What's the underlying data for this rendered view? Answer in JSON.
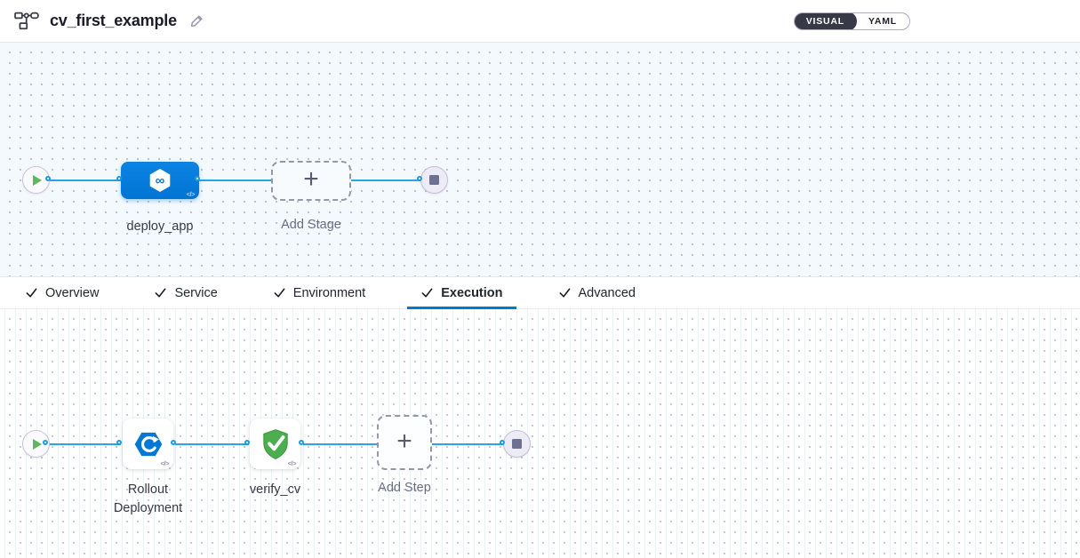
{
  "header": {
    "title": "cv_first_example",
    "toggle": {
      "options": [
        "VISUAL",
        "YAML"
      ],
      "active": "VISUAL"
    }
  },
  "stages_canvas": {
    "stage_name": "deploy_app",
    "add_stage_label": "Add Stage",
    "plus": "+",
    "code_badge": "</>"
  },
  "tabs": {
    "items": [
      {
        "label": "Overview",
        "checked": true
      },
      {
        "label": "Service",
        "checked": true
      },
      {
        "label": "Environment",
        "checked": true
      },
      {
        "label": "Execution",
        "checked": true
      },
      {
        "label": "Advanced",
        "checked": true
      }
    ],
    "active": "Execution"
  },
  "steps_canvas": {
    "step1_name": "Rollout Deployment",
    "step2_name": "verify_cv",
    "add_step_label": "Add Step",
    "plus": "+",
    "code_badge": "</>"
  },
  "colors": {
    "primary_blue": "#0278D5",
    "connector_blue": "#2BA4E6",
    "success_green": "#4CAE4F",
    "toggle_active_bg": "#383946",
    "tab_underline": "#0278D5",
    "stage_canvas_bg": "#F3F9FD"
  }
}
